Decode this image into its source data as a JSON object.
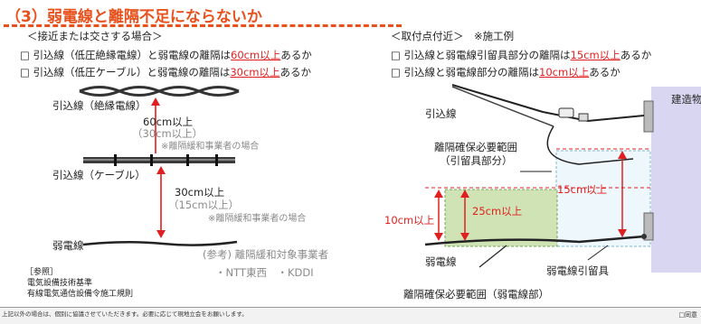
{
  "title": "（3）弱電線と離隔不足にならないか",
  "left": {
    "heading": "＜接近または交さする場合＞",
    "check1": {
      "pre": "□ 引込線（低圧絶縁電線）と弱電線の離隔は",
      "hl": "60cm以上",
      "post": "あるか"
    },
    "check2": {
      "pre": "□ 引込線（低圧ケーブル）と弱電線の離隔は",
      "hl": "30cm以上",
      "post": "あるか"
    },
    "label_insulated": "引込線（絶縁電線）",
    "dist1": "60cm以上",
    "dist1_alt": "（30cm以上）",
    "note1": "※離隔緩和事業者の場合",
    "label_cable": "引込線（ケーブル）",
    "dist2": "30cm以上",
    "dist2_alt": "（15cm以上）",
    "note2": "※離隔緩和事業者の場合",
    "label_weak": "弱電線",
    "ref_title": "(参考) 離隔緩和対象事業者",
    "ref_items": "・NTT東西　・KDDI",
    "sanko": "［参照］",
    "sanko1": "電気設備技術基準",
    "sanko2": "有線電気通信設備令施工規則"
  },
  "right": {
    "heading": "＜取付点付近＞　※施工例",
    "check1": {
      "pre": "□ 引込線と弱電線引留具部分の離隔は",
      "hl": "15cm以上",
      "post": "あるか"
    },
    "check2": {
      "pre": "□ 引込線と弱電線部分の離隔は",
      "hl": "10cm以上",
      "post": "あるか"
    },
    "building": "建造物",
    "label_service": "引込線",
    "range1_a": "離隔確保必要範囲",
    "range1_b": "（引留具部分）",
    "dist_15": "15cm以上",
    "dist_25": "25cm以上",
    "dist_10": "10cm以上",
    "label_weak": "弱電線",
    "label_fixture": "弱電線引留具",
    "range2": "離隔確保必要範囲（弱電線部）"
  },
  "footer": {
    "line1": "上記以外の場合は、個別に協議させていただきます。必要に応じて現地立会をお願いします。",
    "line2": "",
    "checkbox": "□同意"
  },
  "colors": {
    "title": "#e8501c",
    "highlight": "#e02020",
    "green_zone": "#cfe3b5",
    "blue_zone": "#eef7fb",
    "building": "#d8d6f0"
  }
}
